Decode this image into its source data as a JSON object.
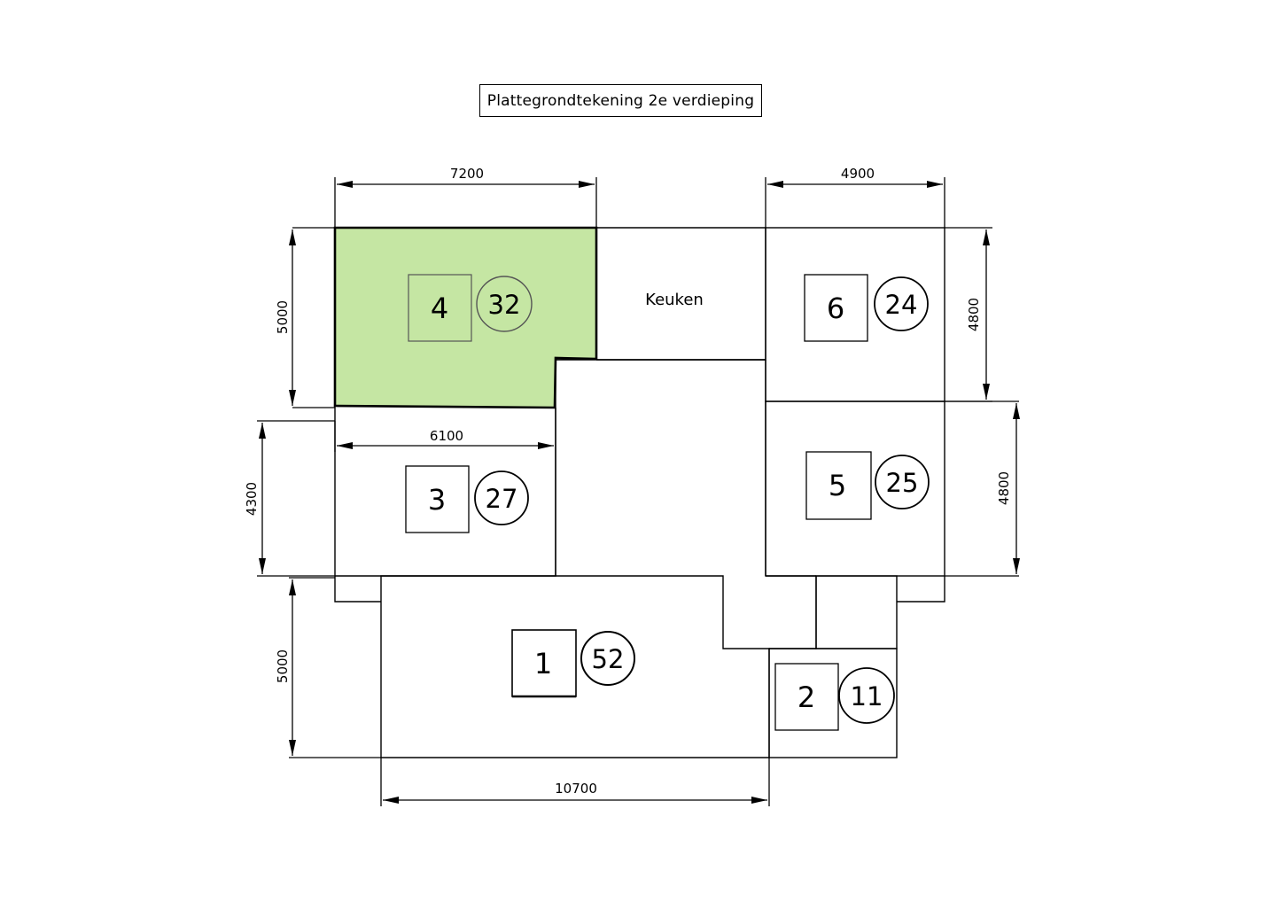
{
  "title": "Plattegrondtekening 2e verdieping",
  "highlight_color": "#c5e6a3",
  "kitchen_label": "Keuken",
  "rooms": [
    {
      "number": "4",
      "area": "32",
      "highlighted": true
    },
    {
      "number": "6",
      "area": "24",
      "highlighted": false
    },
    {
      "number": "3",
      "area": "27",
      "highlighted": false
    },
    {
      "number": "5",
      "area": "25",
      "highlighted": false
    },
    {
      "number": "1",
      "area": "52",
      "highlighted": false
    },
    {
      "number": "2",
      "area": "11",
      "highlighted": false
    }
  ],
  "dimensions": {
    "top_left": "7200",
    "top_right": "4900",
    "left_top": "5000",
    "right_top": "4800",
    "mid_left": "6100",
    "left_mid": "4300",
    "right_mid": "4800",
    "left_bottom": "5000",
    "bottom": "10700"
  }
}
